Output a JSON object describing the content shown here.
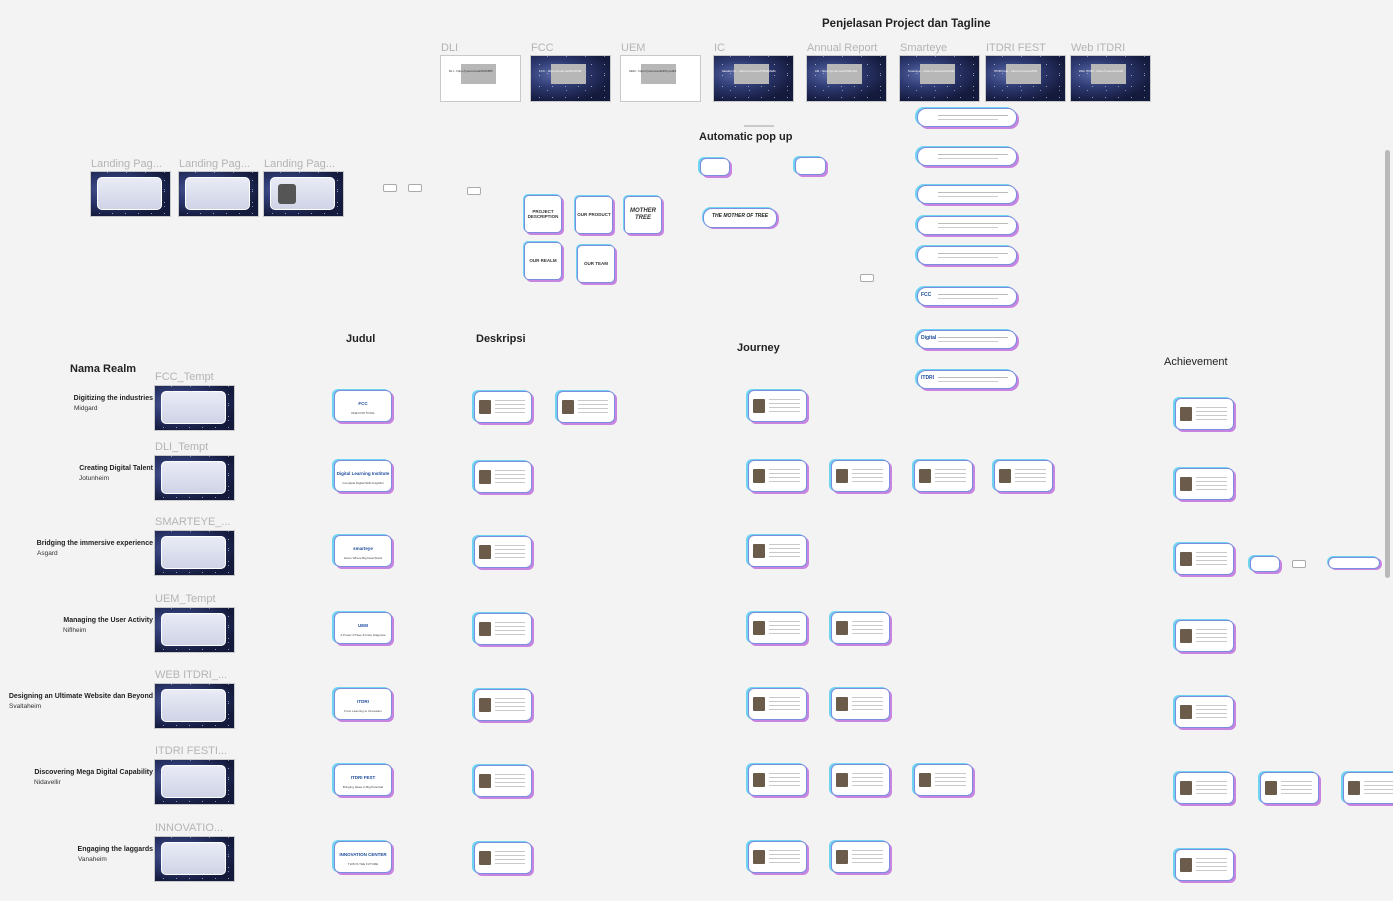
{
  "canvas": {
    "main_title": "Penjelasan Project dan Tagline",
    "project_frames": [
      {
        "label": "DLI",
        "style": "white",
        "caption": "DLI - https://youtu.be/ab5F5b8ff5"
      },
      {
        "label": "FCC",
        "style": "space",
        "caption": "FCC - https://youtu.be/8bc5cb8f"
      },
      {
        "label": "UEM",
        "style": "white",
        "caption": "UEM - https://youtu.be/ab8YuyxdF2"
      },
      {
        "label": "IC",
        "style": "space",
        "caption": "Ideation IC - https://youtu.be/ITD2Q8a8n"
      },
      {
        "label": "Annual Report",
        "style": "space",
        "caption": "AR - https://youtu.be/iUiN5cn0d"
      },
      {
        "label": "Smarteye",
        "style": "space",
        "caption": "Smarteye - https://youtu.be/sp1S3c"
      },
      {
        "label": "ITDRI FEST",
        "style": "space",
        "caption": "ITDRI Fest - https://youtu.be/f3st"
      },
      {
        "label": "Web ITDRI",
        "style": "space",
        "caption": "Web ITDRI - https://youtu.be/w3b"
      }
    ],
    "landing_frames": [
      "Landing Pag...",
      "Landing Pag...",
      "Landing Pag..."
    ],
    "popup": {
      "title": "Automatic pop up",
      "pill_label": "THE MOTHER OF TREE"
    },
    "nav_buttons": [
      {
        "label": "PROJECT DESCRIPTION"
      },
      {
        "label": "OUR PRODUCT"
      },
      {
        "label": "MOTHER TREE"
      },
      {
        "label": "OUR REALM"
      },
      {
        "label": "OUR TEAM"
      }
    ],
    "tagline_cards": [
      "",
      "",
      "",
      "",
      "",
      "FCC",
      "Digital",
      "ITDRI"
    ],
    "column_headings": {
      "realm": "Nama Realm",
      "judul": "Judul",
      "deskripsi": "Deskripsi",
      "journey": "Journey",
      "achievement": "Achievement"
    },
    "realms": [
      {
        "frame": "FCC_Tempt",
        "title": "Digitizing the industries",
        "name": "Midgard",
        "judul_logo": "FCC",
        "judul_sub": "ONE FOR TOTAL",
        "desc_count": 2,
        "journey_count": 1,
        "ach_count": 1
      },
      {
        "frame": "DLI_Tempt",
        "title": "Creating Digital Talent",
        "name": "Jotunheim",
        "judul_logo": "Digital Learning Institute",
        "judul_sub": "Complete Digital Skill Insightful",
        "desc_count": 1,
        "journey_count": 4,
        "ach_count": 1
      },
      {
        "frame": "SMARTEYE_...",
        "title": "Bridging the immersive experience",
        "name": "Asgard",
        "judul_logo": "smarteye",
        "judul_sub": "Home Where Big Deal Starts",
        "desc_count": 1,
        "journey_count": 1,
        "ach_count": 1
      },
      {
        "frame": "UEM_Tempt",
        "title": "Managing the User Activity",
        "name": "Niflheim",
        "judul_logo": "UEM",
        "judul_sub": "A Power Of See & Face Diagnose",
        "desc_count": 1,
        "journey_count": 2,
        "ach_count": 1
      },
      {
        "frame": "WEB ITDRI_...",
        "title": "Designing an Ultimate Website dan Beyond",
        "name": "Svaltaheim",
        "judul_logo": "ITDRI",
        "judul_sub": "From Learning to Innovation",
        "desc_count": 1,
        "journey_count": 2,
        "ach_count": 1
      },
      {
        "frame": "ITDRI FESTI...",
        "title": "Discovering Mega Digital Capability",
        "name": "Nidavellir",
        "judul_logo": "ITDRI FEST",
        "judul_sub": "Bringing Ideas to Big Potential",
        "desc_count": 1,
        "journey_count": 3,
        "ach_count": 3
      },
      {
        "frame": "INNOVATIO...",
        "title": "Engaging the laggards",
        "name": "Vanaheim",
        "judul_logo": "INNOVATION CENTER",
        "judul_sub": "THIS IS THE FUTURE",
        "desc_count": 1,
        "journey_count": 2,
        "ach_count": 1
      }
    ]
  }
}
